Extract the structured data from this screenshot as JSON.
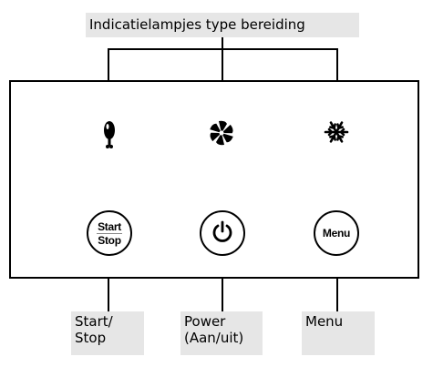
{
  "top_callout": {
    "text": "Indicatielampjes type bereiding"
  },
  "indicators": [
    {
      "icon": "chicken-leg-icon"
    },
    {
      "icon": "fan-icon"
    },
    {
      "icon": "snowflake-icon"
    }
  ],
  "buttons": {
    "start_stop": {
      "line1": "Start",
      "line2": "Stop"
    },
    "power": {
      "icon": "power-icon"
    },
    "menu": {
      "label": "Menu"
    }
  },
  "bottom_callouts": {
    "start_stop": {
      "line1": "Start/",
      "line2": "Stop"
    },
    "power": {
      "line1": "Power",
      "line2": "(Aan/uit)"
    },
    "menu": {
      "line1": "Menu"
    }
  }
}
